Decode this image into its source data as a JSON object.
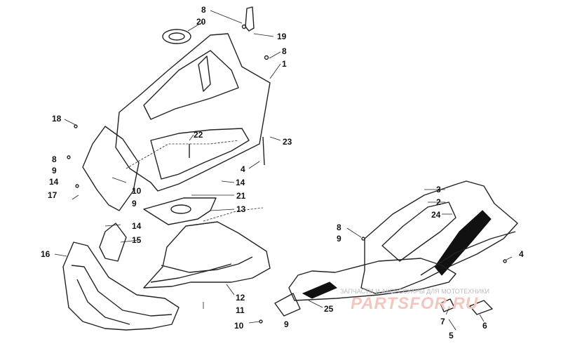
{
  "diagram": {
    "callouts": [
      "8",
      "20",
      "19",
      "8",
      "1",
      "18",
      "22",
      "23",
      "8",
      "9",
      "14",
      "4",
      "14",
      "10",
      "17",
      "9",
      "21",
      "13",
      "14",
      "15",
      "16",
      "12",
      "11",
      "10",
      "9",
      "3",
      "2",
      "24",
      "8",
      "9",
      "4",
      "7",
      "5",
      "6",
      "25"
    ]
  },
  "watermark": {
    "caption": "ЗАПЧАСТИ И АКСЕССУАРЫ ДЛЯ МОТОТЕХНИКИ",
    "logo": "PARTSFOR.RU"
  }
}
